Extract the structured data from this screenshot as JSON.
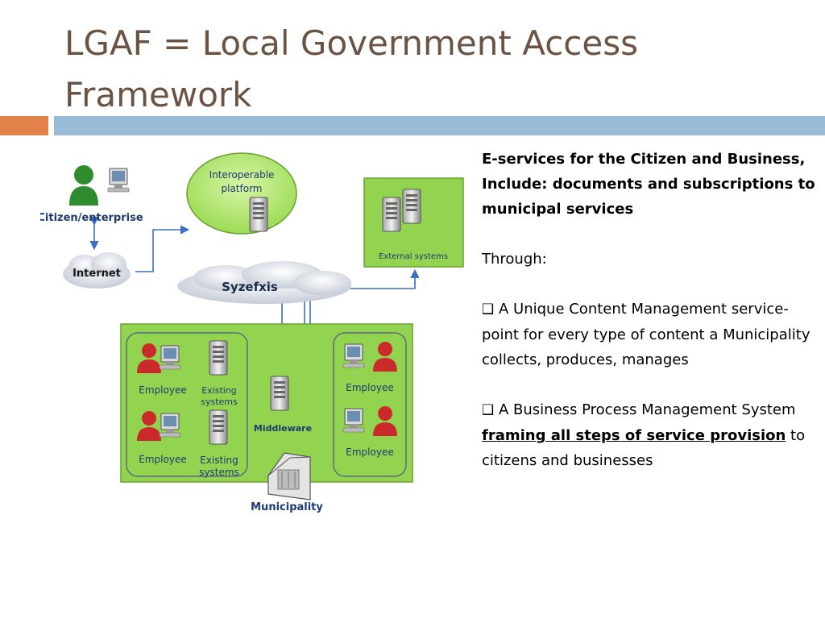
{
  "slide": {
    "title": "LGAF = Local Government Access Framework",
    "colors": {
      "title": "#6b5344",
      "accent_orange": "#e2824a",
      "accent_blue": "#98bcd8"
    }
  },
  "diagram": {
    "interoperable_platform": "Interoperable platform",
    "interoperable_line1": "Interoperable",
    "interoperable_line2": "platform",
    "citizen_label": "Citizen/enterprise",
    "internet_label": "Internet",
    "syzefxis_label": "Syzefxis",
    "external_systems_label": "External systems",
    "employee_label": "Employee",
    "existing_systems_line1": "Existing",
    "existing_systems_line2": "systems",
    "middleware_label": "Middleware",
    "municipality_label": "Municipality"
  },
  "text": {
    "lead": "E-services for the Citizen and Business, Include: documents and subscriptions to municipal services",
    "through": "Through:",
    "bullet_glyph": "❑",
    "bullet1": "A Unique Content Management service-point for every type of content a Municipality collects, produces, manages",
    "bullet2_prefix": "A Business Process Management System ",
    "bullet2_emph": "framing all steps of service provision",
    "bullet2_suffix": " to citizens and businesses"
  }
}
